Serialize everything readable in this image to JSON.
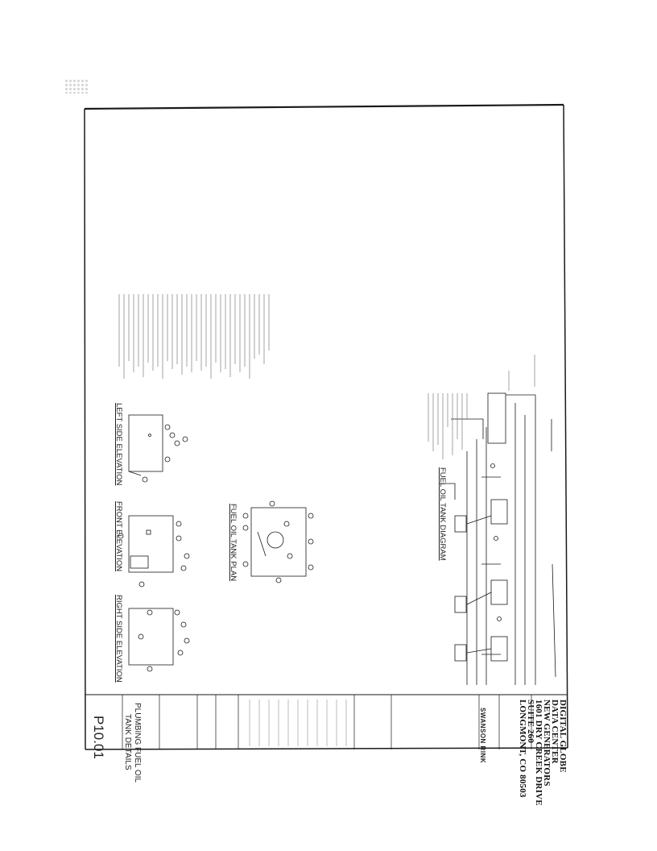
{
  "title_block": {
    "project_lines": [
      "DIGITAL GLOBE",
      "DATA CENTER",
      "NEW GENERATORS",
      "1601 DRY CREEK DRIVE",
      "SUITE 260",
      "LONGMONT, CO 80503"
    ],
    "firm_name": "SWANSON RINK",
    "sheet_title_lines": [
      "PLUMBING FUEL OIL",
      "TANK DETAILS"
    ],
    "sheet_number": "P10.01"
  },
  "drawings": {
    "diagram_title": "FUEL OIL TANK DIAGRAM",
    "plan_title": "FUEL OIL TANK PLAN",
    "left_elev_title": "LEFT SIDE ELEVATION",
    "front_elev_title": "FRONT ELEVATION",
    "right_elev_title": "RIGHT SIDE ELEVATION",
    "callout_number": "1"
  },
  "colors": {
    "line": "#1a1a1a",
    "faint": "#888888",
    "paper": "#ffffff"
  }
}
